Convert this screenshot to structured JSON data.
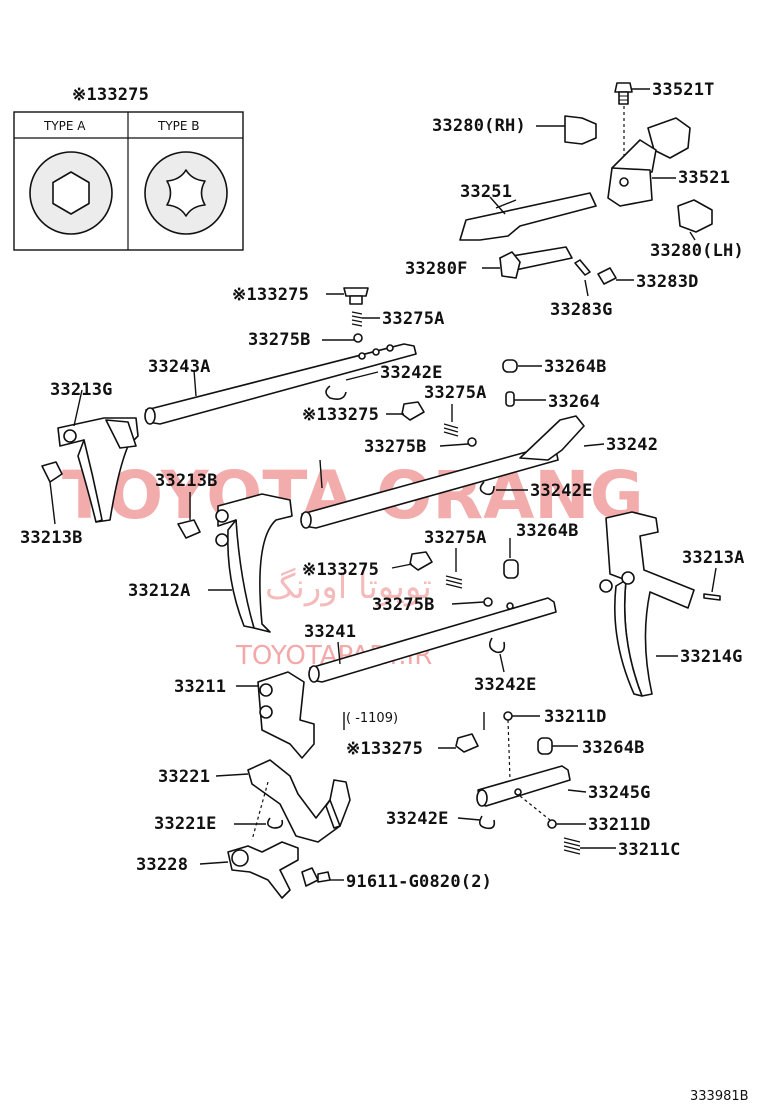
{
  "inset": {
    "title": "※133275",
    "type_a": "TYPE A",
    "type_b": "TYPE B"
  },
  "labels": {
    "p33521T": "33521T",
    "p33280RH": "33280(RH)",
    "p33521": "33521",
    "p33251": "33251",
    "p33280LH": "33280(LH)",
    "p33280F": "33280F",
    "p33283D": "33283D",
    "p33283G": "33283G",
    "p33275_top": "※133275",
    "p33275A_top": "33275A",
    "p33275B_top": "33275B",
    "p33243A": "33243A",
    "p33242E_top": "33242E",
    "p33264B_top": "33264B",
    "p33213G": "33213G",
    "p33275A_mid": "33275A",
    "p33264": "33264",
    "p33275_mid": "※133275",
    "p33275B_mid": "33275B",
    "p33242": "33242",
    "p33213B_a": "33213B",
    "p33242E_mid": "33242E",
    "p33213B_b": "33213B",
    "p33264B_mid": "33264B",
    "p33275A_low": "33275A",
    "p33213A": "33213A",
    "p33275_low": "※133275",
    "p33212A": "33212A",
    "p33275B_low": "33275B",
    "p33241": "33241",
    "p33214G": "33214G",
    "p33211": "33211",
    "p33242E_low": "33242E",
    "p1109": "( -1109)",
    "p33211D_a": "33211D",
    "p33275_bot": "※133275",
    "p33264B_bot": "33264B",
    "p33221": "33221",
    "p33245G": "33245G",
    "p33221E": "33221E",
    "p33242E_bot": "33242E",
    "p33211D_b": "33211D",
    "p33211C": "33211C",
    "p33228": "33228",
    "p91611": "91611-G0820(2)"
  },
  "watermark": {
    "main": "TOYOTA ORANG",
    "persian": "تویوتا اورنگ",
    "site": "TOYOTAPART.IR"
  },
  "diagram_code": "333981B"
}
